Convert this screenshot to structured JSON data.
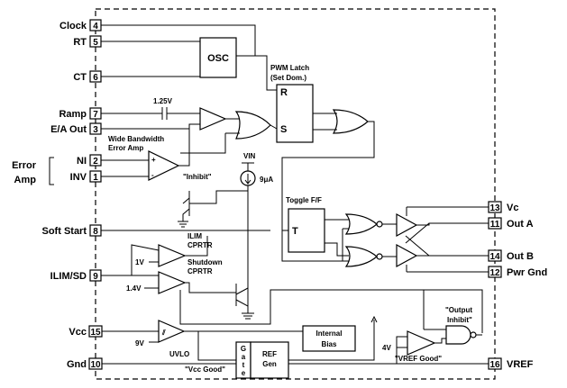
{
  "pins_left": [
    {
      "label": "Clock",
      "num": "4"
    },
    {
      "label": "RT",
      "num": "5"
    },
    {
      "label": "CT",
      "num": "6"
    },
    {
      "label": "Ramp",
      "num": "7"
    },
    {
      "label": "E/A Out",
      "num": "3"
    },
    {
      "label": "NI",
      "num": "2"
    },
    {
      "label": "INV",
      "num": "1"
    },
    {
      "label": "Soft Start",
      "num": "8"
    },
    {
      "label": "ILIM/SD",
      "num": "9"
    },
    {
      "label": "Vcc",
      "num": "15"
    },
    {
      "label": "Gnd",
      "num": "10"
    }
  ],
  "error_amp_label": [
    "Error",
    "Amp"
  ],
  "pins_right": [
    {
      "label": "Vc",
      "num": "13"
    },
    {
      "label": "Out A",
      "num": "11"
    },
    {
      "label": "Out B",
      "num": "14"
    },
    {
      "label": "Pwr Gnd",
      "num": "12"
    },
    {
      "label": "VREF",
      "num": "16"
    }
  ],
  "blocks": {
    "osc": "OSC",
    "pwm_latch": [
      "PWM Latch",
      "(Set Dom.)"
    ],
    "latch_r": "R",
    "latch_s": "S",
    "toggle": "Toggle F/F",
    "toggle_t": "T",
    "internal_bias": [
      "Internal",
      "Bias"
    ],
    "gate": [
      "G",
      "a",
      "t",
      "e"
    ],
    "ref_gen": [
      "REF",
      "Gen"
    ]
  },
  "labels": {
    "v125": "1.25V",
    "wide_bandwidth": [
      "Wide Bandwidth",
      "Error Amp"
    ],
    "inhibit": "\"Inhibit\"",
    "vin": "VIN",
    "current_9ua": "9μA",
    "ilim_cprtr": [
      "ILIM",
      "CPRTR"
    ],
    "shutdown_cprtr": [
      "Shutdown",
      "CPRTR"
    ],
    "v1": "1V",
    "v14": "1.4V",
    "uvlo": "UVLO",
    "v9": "9V",
    "vcc_good": "\"Vcc Good\"",
    "output_inhibit": [
      "\"Output",
      "Inhibit\""
    ],
    "v4": "4V",
    "vref_good": "\"VREF Good\"",
    "plus": "+",
    "minus": "-"
  }
}
